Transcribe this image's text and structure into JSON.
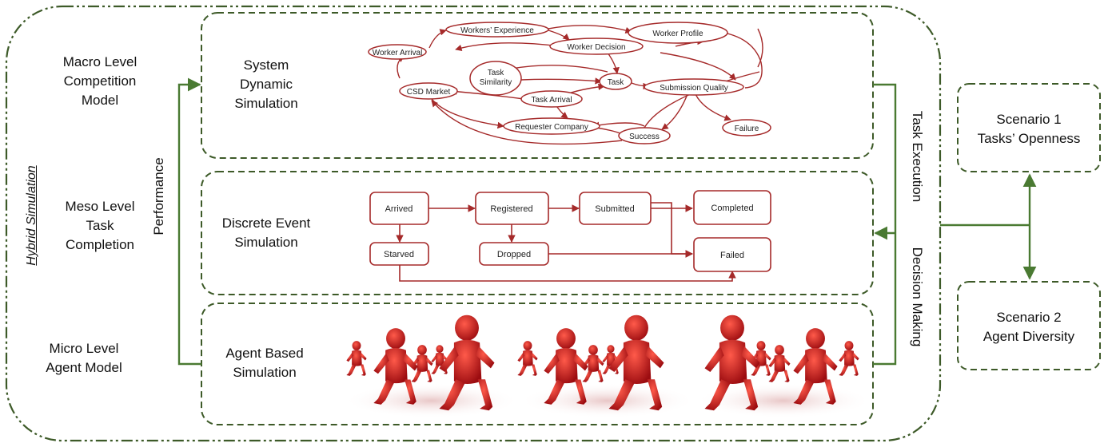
{
  "hybrid_label": "Hybrid Simulation",
  "levels": {
    "macro": [
      "Macro Level",
      "Competition",
      "Model"
    ],
    "meso": [
      "Meso Level",
      "Task",
      "Completion"
    ],
    "micro": [
      "Micro Level",
      "Agent Model"
    ]
  },
  "performance_label": "Performance",
  "simulations": {
    "system_dynamic": [
      "System",
      "Dynamic",
      "Simulation"
    ],
    "discrete_event": [
      "Discrete Event",
      "Simulation"
    ],
    "agent_based": [
      "Agent Based",
      "Simulation"
    ]
  },
  "task_execution_label": "Task Execution",
  "decision_making_label": "Decision Making",
  "scenarios": {
    "s1": [
      "Scenario 1",
      "Tasks’ Openness"
    ],
    "s2": [
      "Scenario 2",
      "Agent Diversity"
    ]
  },
  "sd_nodes": {
    "workers_experience": "Workers’ Experience",
    "worker_profile": "Worker Profile",
    "worker_arrival": "Worker Arrival",
    "worker_decision": "Worker Decision",
    "task_similarity_1": "Task",
    "task_similarity_2": "Similarity",
    "task": "Task",
    "submission_quality": "Submission Quality",
    "csd_market": "CSD Market",
    "task_arrival": "Task Arrival",
    "requester_company": "Requester Company",
    "success": "Success",
    "failure": "Failure"
  },
  "de_states": {
    "arrived": "Arrived",
    "registered": "Registered",
    "submitted": "Submitted",
    "completed": "Completed",
    "starved": "Starved",
    "dropped": "Dropped",
    "failed": "Failed"
  },
  "colors": {
    "frame_green": "#3d5a28",
    "arrow_green": "#4a7a32",
    "node_red": "#a52a2a",
    "agent_red": "#c8141c"
  }
}
